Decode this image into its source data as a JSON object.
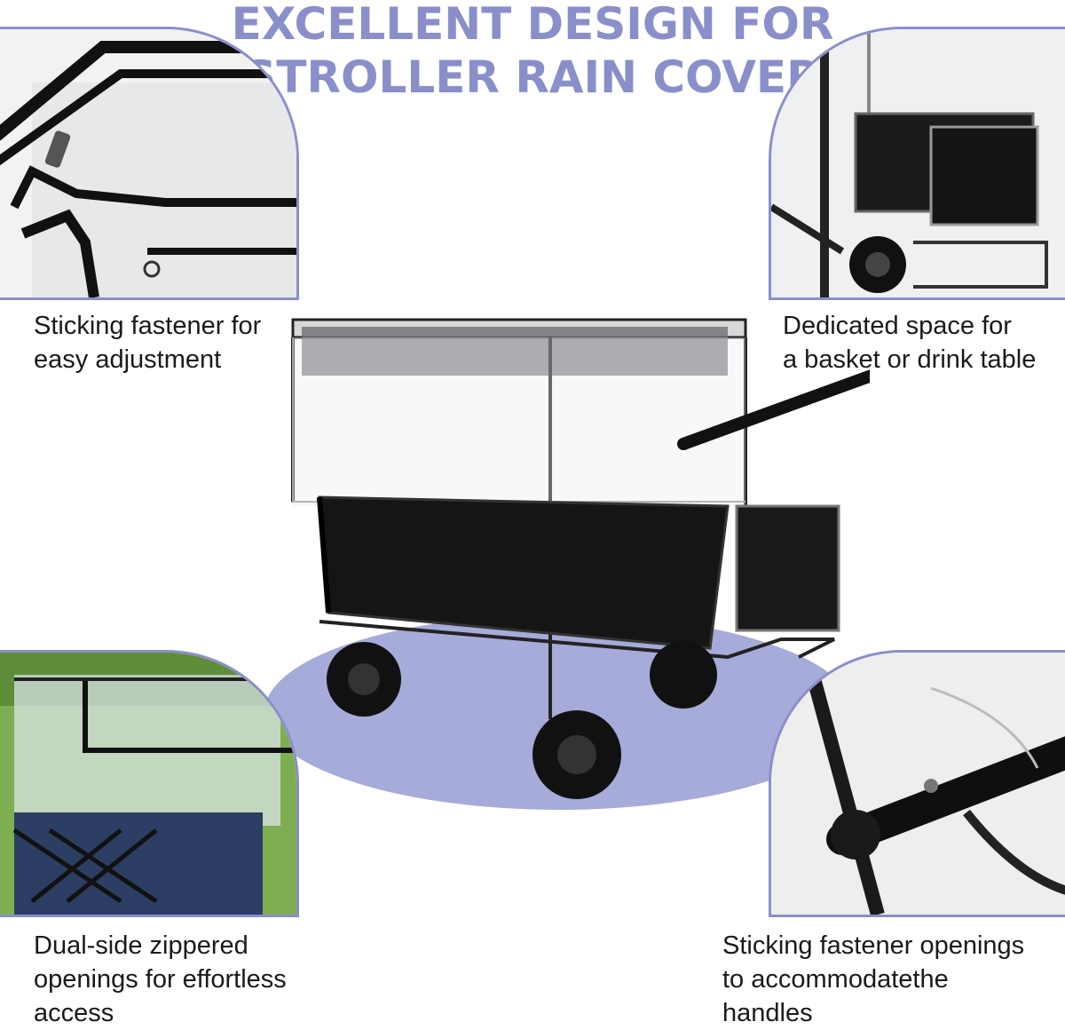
{
  "headline": {
    "line1": "EXCELLENT DESIGN FOR",
    "line2": "STROLLER RAIN COVER"
  },
  "features": [
    {
      "id": "top-left",
      "caption": "Sticking fastener for\neasy adjustment"
    },
    {
      "id": "top-right",
      "caption": "Dedicated space for\na basket or drink table"
    },
    {
      "id": "bottom-left",
      "caption": "Dual-side zippered\nopenings for effortless\naccess"
    },
    {
      "id": "bottom-right",
      "caption": "Sticking fastener openings\nto accommodatethe\nhandles"
    }
  ],
  "colors": {
    "accent": "#8a8fc9",
    "ellipse": "#a7abd9",
    "text": "#1a1a1a"
  }
}
